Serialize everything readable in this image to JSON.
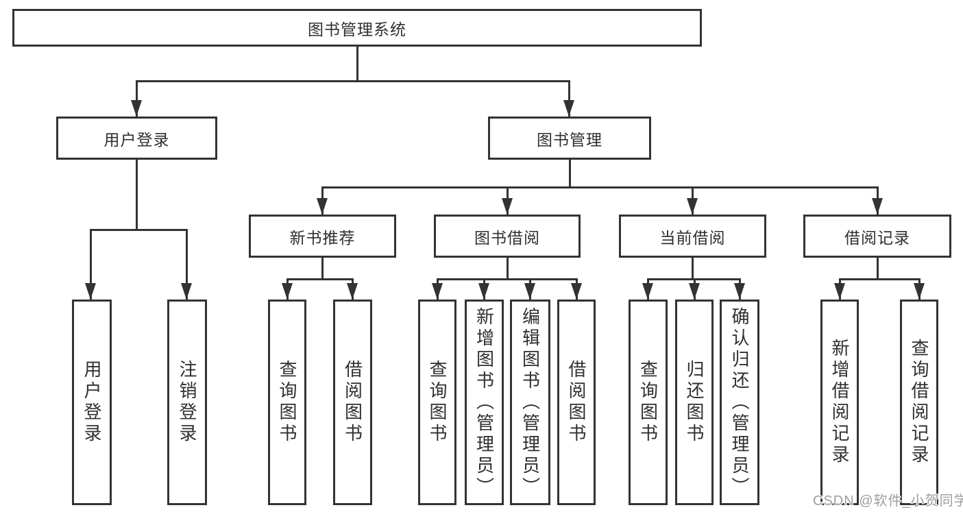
{
  "tree": {
    "root": {
      "label": "图书管理系统"
    },
    "children": [
      {
        "label": "用户登录",
        "children": [
          {
            "label": "用户登录"
          },
          {
            "label": "注销登录"
          }
        ]
      },
      {
        "label": "图书管理",
        "children": [
          {
            "label": "新书推荐",
            "children": [
              {
                "label": "查询图书"
              },
              {
                "label": "借阅图书"
              }
            ]
          },
          {
            "label": "图书借阅",
            "children": [
              {
                "label": "查询图书"
              },
              {
                "label": "新增图书（管理员）"
              },
              {
                "label": "编辑图书（管理员）"
              },
              {
                "label": "借阅图书"
              }
            ]
          },
          {
            "label": "当前借阅",
            "children": [
              {
                "label": "查询图书"
              },
              {
                "label": "归还图书"
              },
              {
                "label": "确认归还（管理员）"
              }
            ]
          },
          {
            "label": "借阅记录",
            "children": [
              {
                "label": "新增借阅记录"
              },
              {
                "label": "查询借阅记录"
              }
            ]
          }
        ]
      }
    ]
  },
  "watermark": "CSDN @软件_小贺同学",
  "colors": {
    "line": "#333333",
    "text": "#2f2f2f",
    "background": "#ffffff",
    "watermark": "#9e9e9e"
  }
}
